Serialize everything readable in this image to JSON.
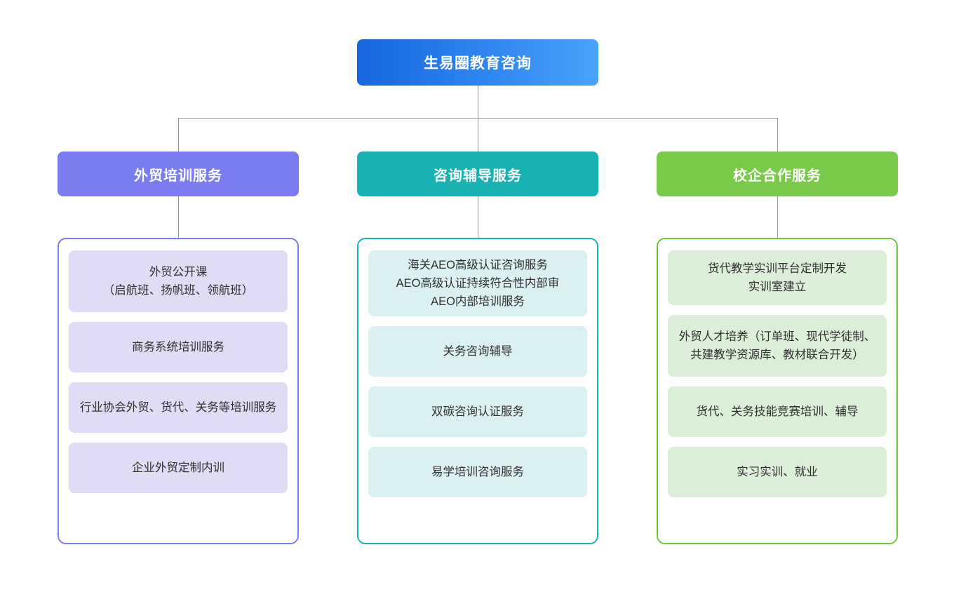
{
  "diagram": {
    "title_node": {
      "label": "生易圈教育咨询",
      "color": "#1766df",
      "color_end": "#4aa3fa"
    },
    "columns": [
      {
        "id": "col-1",
        "header": "外贸培训服务",
        "accent": "#7a7cf0",
        "card_bg": "#dfdcf5",
        "items": [
          "外贸公开课\n（启航班、扬帆班、领航班）",
          "商务系统培训服务",
          "行业协会外贸、货代、关务等培训服务",
          "企业外贸定制内训"
        ]
      },
      {
        "id": "col-2",
        "header": "咨询辅导服务",
        "accent": "#19b2b2",
        "card_bg": "#dbf0f0",
        "items": [
          "海关AEO高级认证咨询服务\nAEO高级认证持续符合性内部审\nAEO内部培训服务",
          "关务咨询辅导",
          "双碳咨询认证服务",
          "易学培训咨询服务"
        ]
      },
      {
        "id": "col-3",
        "header": "校企合作服务",
        "accent": "#79c94a",
        "card_bg": "#dcefd8",
        "items": [
          "货代教学实训平台定制开发\n实训室建立",
          "外贸人才培养（订单班、现代学徒制、共建教学资源库、教材联合开发）",
          "货代、关务技能竞赛培训、辅导",
          "实习实训、就业"
        ]
      }
    ]
  }
}
